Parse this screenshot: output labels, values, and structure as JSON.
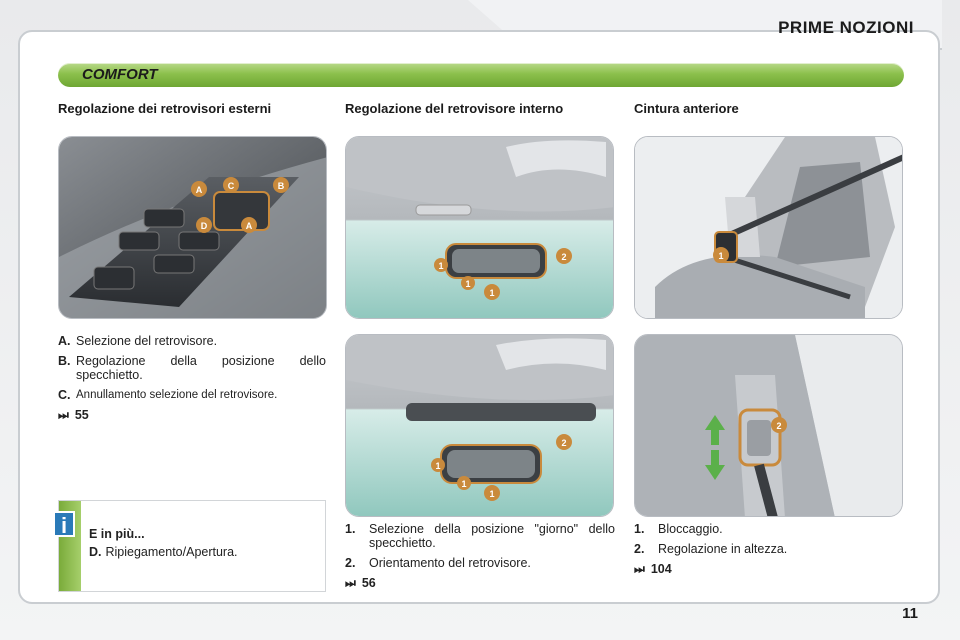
{
  "header": {
    "title": "PRIME NOZIONI"
  },
  "section": {
    "label": "COMFORT"
  },
  "columns": {
    "mirrors_external": {
      "heading": "Regolazione dei retrovisori esterni"
    },
    "mirror_internal": {
      "heading": "Regolazione del retrovisore interno"
    },
    "seat_belt": {
      "heading": "Cintura anteriore"
    }
  },
  "legend_external": {
    "items": [
      {
        "key": "A.",
        "text": "Selezione del retrovisore."
      },
      {
        "key": "B.",
        "text": "Regolazione della posizione dello specchietto."
      },
      {
        "key": "C.",
        "text": "Annullamento selezione del retrovisore."
      }
    ],
    "ref": "55"
  },
  "legend_internal": {
    "items": [
      {
        "key": "1.",
        "text": "Selezione della posizione \"giorno\" dello specchietto."
      },
      {
        "key": "2.",
        "text": "Orientamento del retrovisore."
      }
    ],
    "ref": "56"
  },
  "legend_belt": {
    "items": [
      {
        "key": "1.",
        "text": "Bloccaggio."
      },
      {
        "key": "2.",
        "text": "Regolazione in altezza."
      }
    ],
    "ref": "104"
  },
  "info_box": {
    "icon": "i",
    "title": "E in più...",
    "key": "D.",
    "text": "Ripiegamento/Apertura."
  },
  "callouts": {
    "door_switch": [
      "A",
      "C",
      "B",
      "D",
      "A"
    ],
    "mirror_top": [
      "1",
      "1",
      "2",
      "1"
    ],
    "mirror_bottom": [
      "1",
      "1",
      "2",
      "1"
    ],
    "seat": [
      "1"
    ],
    "pillar": [
      "2"
    ]
  },
  "page_number": "11",
  "colors": {
    "accent_green": "#8cc04c",
    "info_blue": "#2a7ab8",
    "callout_orange": "#c98a3c"
  }
}
